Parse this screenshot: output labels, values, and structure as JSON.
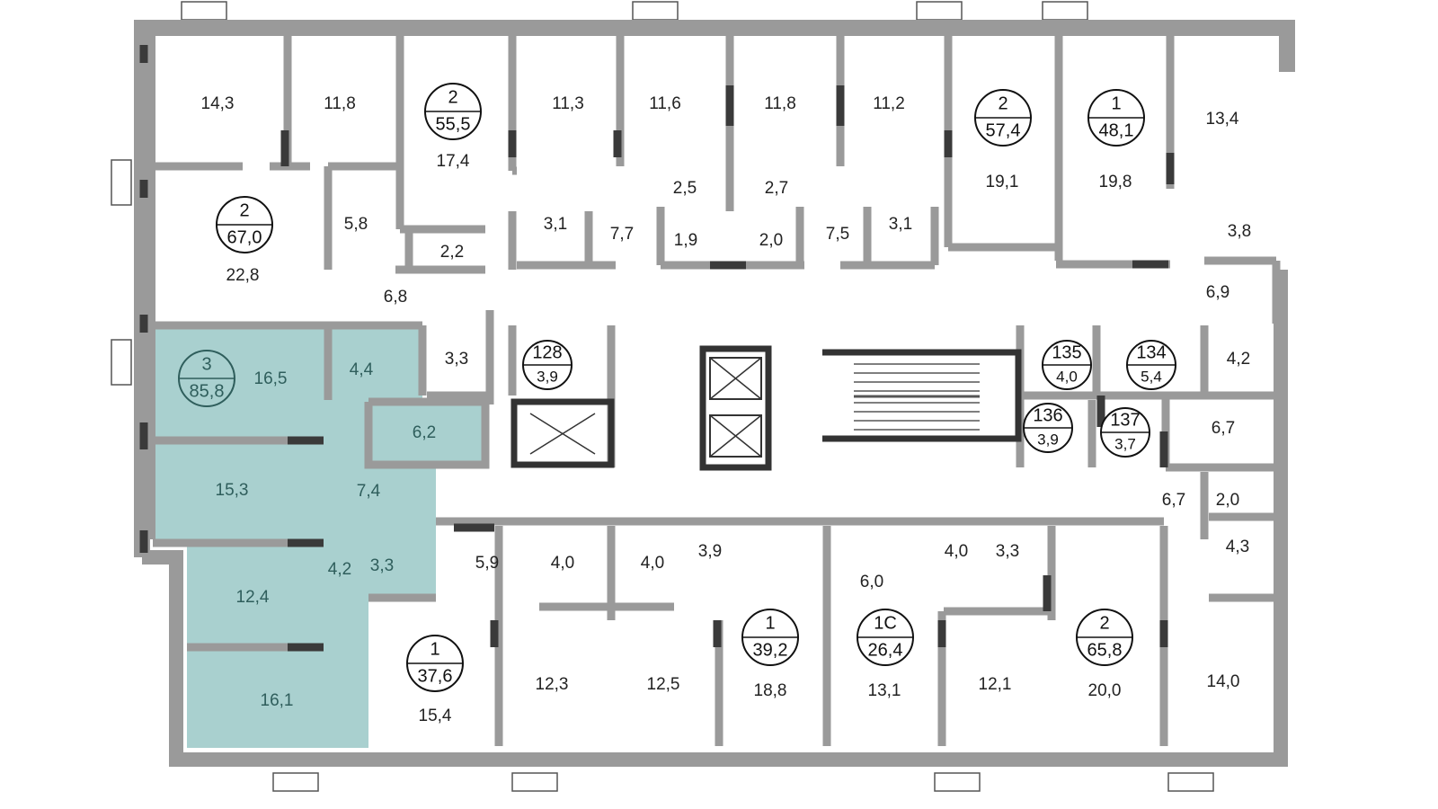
{
  "plan": {
    "highlight_color": "#a9d0cf",
    "apartments": [
      {
        "id": "apt-3-selected",
        "rooms": "3",
        "area": "85,8",
        "selected": true
      },
      {
        "id": "apt-2-67",
        "rooms": "2",
        "area": "67,0"
      },
      {
        "id": "apt-2-55",
        "rooms": "2",
        "area": "55,5"
      },
      {
        "id": "apt-2-57",
        "rooms": "2",
        "area": "57,4"
      },
      {
        "id": "apt-1-48",
        "rooms": "1",
        "area": "48,1"
      },
      {
        "id": "apt-1-37",
        "rooms": "1",
        "area": "37,6"
      },
      {
        "id": "apt-1-39",
        "rooms": "1",
        "area": "39,2"
      },
      {
        "id": "apt-1c-26",
        "rooms": "1С",
        "area": "26,4"
      },
      {
        "id": "apt-2-65",
        "rooms": "2",
        "area": "65,8"
      }
    ],
    "storage": [
      {
        "num": "128",
        "area": "3,9"
      },
      {
        "num": "135",
        "area": "4,0"
      },
      {
        "num": "134",
        "area": "5,4"
      },
      {
        "num": "136",
        "area": "3,9"
      },
      {
        "num": "137",
        "area": "3,7"
      }
    ],
    "rooms": [
      "14,3",
      "11,8",
      "17,4",
      "11,3",
      "11,6",
      "11,8",
      "11,2",
      "19,1",
      "19,8",
      "13,4",
      "5,8",
      "2,2",
      "3,1",
      "7,7",
      "2,5",
      "1,9",
      "2,7",
      "2,0",
      "7,5",
      "3,1",
      "3,8",
      "22,8",
      "6,8",
      "6,9",
      "16,5",
      "4,4",
      "3,3",
      "6,2",
      "15,3",
      "7,4",
      "4,2",
      "3,3",
      "12,4",
      "16,1",
      "4,2",
      "6,7",
      "6,7",
      "2,0",
      "4,3",
      "5,9",
      "4,0",
      "4,0",
      "3,9",
      "4,0",
      "3,3",
      "6,0",
      "15,4",
      "12,3",
      "12,5",
      "18,8",
      "13,1",
      "12,1",
      "20,0",
      "14,0"
    ]
  }
}
